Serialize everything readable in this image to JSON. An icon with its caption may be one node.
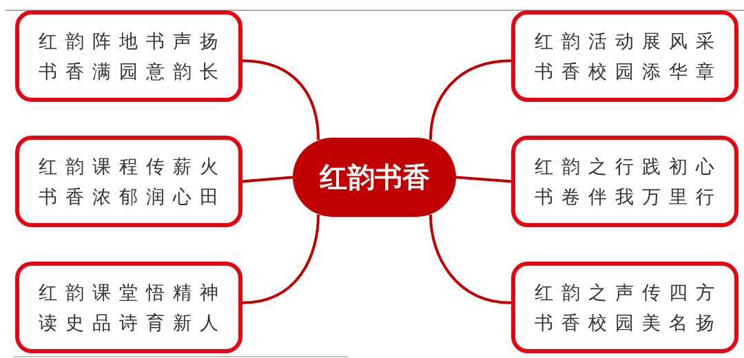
{
  "diagram": {
    "nodes": [
      {
        "text": [
          "红韵书香"
        ]
      },
      {
        "text": [
          "红韵阵地书声扬书香满园意韵长"
        ]
      },
      {
        "text": [
          "红韵课程传薪火书香浓郁润心田"
        ]
      },
      {
        "text": [
          "红韵课堂悟精神读史品诗育新人"
        ]
      },
      {
        "text": [
          "红韵活动展风采书香校园添华章"
        ]
      },
      {
        "text": [
          "红韵之行践初心书卷伴我万里行"
        ]
      },
      {
        "text": [
          "红韵之声传四方书香校园美名扬"
        ]
      }
    ],
    "edges": [
      {
        "from": 0,
        "to": 1,
        "arrow": "none"
      },
      {
        "from": 0,
        "to": 2,
        "arrow": "none"
      },
      {
        "from": 0,
        "to": 3,
        "arrow": "none"
      },
      {
        "from": 0,
        "to": 4,
        "arrow": "none"
      },
      {
        "from": 0,
        "to": 5,
        "arrow": "none"
      },
      {
        "from": 0,
        "to": 6,
        "arrow": "none"
      }
    ]
  }
}
